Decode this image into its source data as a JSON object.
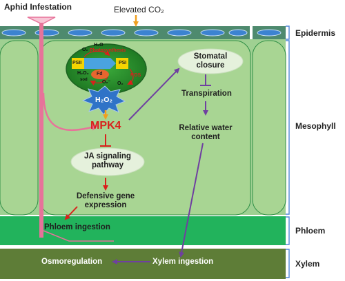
{
  "labels": {
    "aphid_infestation": "Aphid Infestation",
    "elevated_co2": "Elevated CO₂",
    "epidermis": "Epidermis",
    "mesophyll": "Mesophyll",
    "phloem": "Phloem",
    "xylem": "Xylem",
    "stomatal_closure": "Stomatal closure",
    "transpiration": "Transpiration",
    "relative_water_content": "Relative water content",
    "mpk4": "MPK4",
    "ja_signaling": "JA signaling pathway",
    "defensive_gene_expression": "Defensive gene expression",
    "phloem_ingestion": "Phloem ingestion",
    "osmoregulation": "Osmoregulation",
    "xylem_ingestion": "Xylem ingestion",
    "h2o2": "H₂O₂"
  },
  "chloroplast": {
    "photosynthesis": "Photosynthesis",
    "psii": "PSII",
    "psi": "PSI",
    "fd": "Fd",
    "ros": "ROS",
    "o2": "O₂",
    "o2_radical": "O₂⁻",
    "h2o": "H₂O",
    "h2o2": "H₂O₂",
    "sod": "sod"
  },
  "colors": {
    "epidermis": "#4e8a6e",
    "mesophyll_bg": "#9fd092",
    "mesophyll_cell": "#a8d593",
    "phloem": "#22b35c",
    "xylem": "#5e7d37",
    "stylet": "#e7739a",
    "arrow_purple": "#6f3fa0",
    "arrow_red": "#d9201c",
    "arrow_orange": "#f0a020",
    "stomata": "#3c83d0",
    "bracket": "#4f86d8"
  }
}
